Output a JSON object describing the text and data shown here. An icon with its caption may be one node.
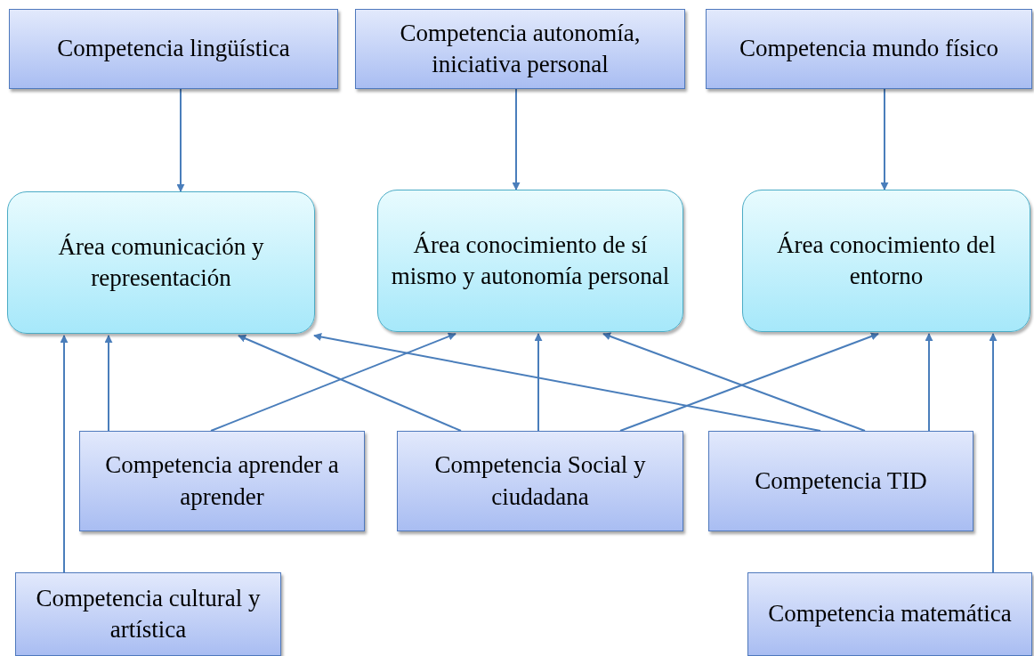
{
  "diagram": {
    "nodes": [
      {
        "text": [
          "Competencia lingüística"
        ]
      },
      {
        "text": [
          "Competencia autonomía, iniciativa personal"
        ]
      },
      {
        "text": [
          "Competencia mundo físico"
        ]
      },
      {
        "text": [
          "Área comunicación y representación"
        ]
      },
      {
        "text": [
          "Área conocimiento de sí mismo y autonomía personal"
        ]
      },
      {
        "text": [
          "Área conocimiento del entorno"
        ]
      },
      {
        "text": [
          "Competencia aprender a aprender"
        ]
      },
      {
        "text": [
          "Competencia Social y ciudadana"
        ]
      },
      {
        "text": [
          "Competencia TID"
        ]
      },
      {
        "text": [
          "Competencia cultural y artística"
        ]
      },
      {
        "text": [
          "Competencia matemática"
        ]
      }
    ],
    "edges": [
      {
        "from": 0,
        "to": 3,
        "arrow": "to"
      },
      {
        "from": 1,
        "to": 4,
        "arrow": "to"
      },
      {
        "from": 2,
        "to": 5,
        "arrow": "to"
      },
      {
        "from": 6,
        "to": 3,
        "arrow": "to"
      },
      {
        "from": 6,
        "to": 4,
        "arrow": "to"
      },
      {
        "from": 7,
        "to": 3,
        "arrow": "to"
      },
      {
        "from": 7,
        "to": 4,
        "arrow": "to"
      },
      {
        "from": 7,
        "to": 5,
        "arrow": "to"
      },
      {
        "from": 8,
        "to": 3,
        "arrow": "to"
      },
      {
        "from": 8,
        "to": 4,
        "arrow": "to"
      },
      {
        "from": 8,
        "to": 5,
        "arrow": "to"
      },
      {
        "from": 9,
        "to": 3,
        "arrow": "to"
      },
      {
        "from": 10,
        "to": 5,
        "arrow": "to"
      }
    ]
  }
}
